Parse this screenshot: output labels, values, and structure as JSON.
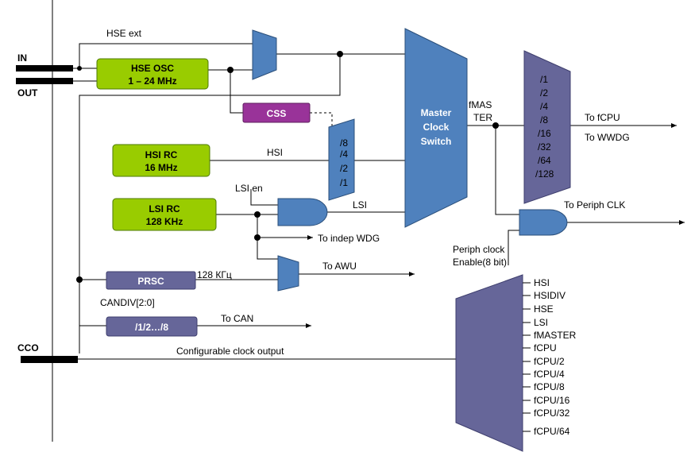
{
  "pins": {
    "in": "IN",
    "out": "OUT",
    "cco": "CCO"
  },
  "blocks": {
    "hse_osc": [
      "HSE OSC",
      "1 – 24 MHz"
    ],
    "hsi_rc": [
      "HSI RC",
      "16 MHz"
    ],
    "lsi_rc": [
      "LSI RC",
      "128 KHz"
    ],
    "css": "CSS",
    "prsc": "PRSC",
    "can_div": "/1/2…/8",
    "master_switch": [
      "Master",
      "Clock",
      "Switch"
    ]
  },
  "hsi_divider": [
    "/8",
    "/4",
    "/2",
    "/1"
  ],
  "cpu_prescaler": [
    "/1",
    "/2",
    "/4",
    "/8",
    "/16",
    "/32",
    "/64",
    "/128"
  ],
  "labels": {
    "hse_ext": "HSE ext",
    "hsi": "HSI",
    "lsi_en": "LSI en",
    "lsi": "LSI",
    "fmaster_1": "fMAS",
    "fmaster_2": "TER",
    "to_fcpu": "To fCPU",
    "to_wwdg": "To WWDG",
    "to_periph_clk": "To Periph CLK",
    "periph_enable_1": "Periph clock",
    "periph_enable_2": "Enable(8 bit)",
    "to_indep_wdg": "To indep WDG",
    "to_awu": "To AWU",
    "prsc_out": "128 КГц",
    "candiv": "CANDIV[2:0]",
    "to_can": "To CAN",
    "cco_out": "Configurable clock output"
  },
  "cco_sources": [
    "HSI",
    "HSIDIV",
    "HSE",
    "LSI",
    "fMASTER",
    "fCPU",
    "fCPU/2",
    "fCPU/4",
    "fCPU/8",
    "fCPU/16",
    "fCPU/32",
    "fCPU/64"
  ],
  "colors": {
    "oscillator": "#99cc00",
    "prescaler": "#666699",
    "mux": "#4f81bd",
    "css": "#993399"
  }
}
